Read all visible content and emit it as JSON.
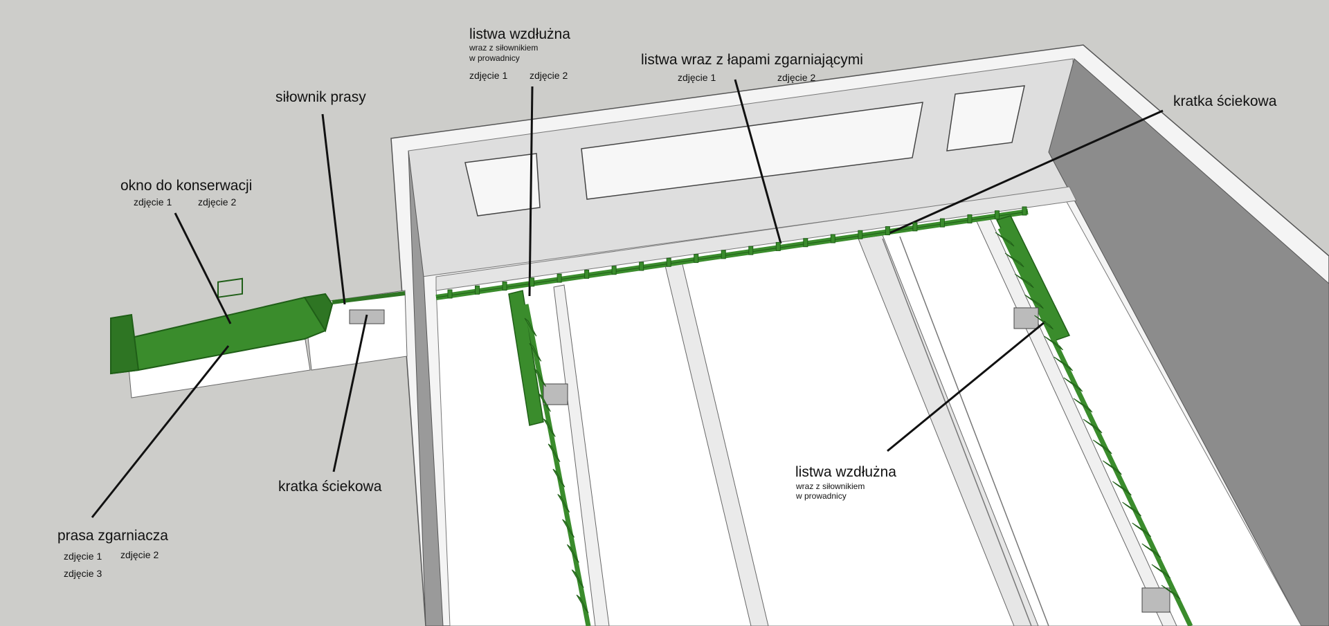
{
  "colors": {
    "background": "#cdcdca",
    "wall_light": "#ffffff",
    "wall_shade": "#dcdcdc",
    "wall_dark": "#8c8c8c",
    "equipment_green": "#3a8c2c",
    "equipment_green_dark": "#1f5e17",
    "leader_line": "#111111"
  },
  "labels": {
    "okno": {
      "title": "okno do konserwacji",
      "photos": [
        "zdjęcie 1",
        "zdjęcie 2"
      ]
    },
    "silownik": {
      "title": "siłownik prasy"
    },
    "listwa_top": {
      "title": "listwa wzdłużna",
      "sub1": "wraz z siłownikiem",
      "sub2": "w prowadnicy",
      "photos": [
        "zdjęcie 1",
        "zdjęcie 2"
      ]
    },
    "lapy": {
      "title": "listwa wraz z łapami zgarniającymi",
      "photos": [
        "zdjęcie 1",
        "zdjęcie 2"
      ]
    },
    "kratka_right": {
      "title": "kratka ściekowa"
    },
    "kratka_mid": {
      "title": "kratka ściekowa"
    },
    "listwa_bottom": {
      "title": "listwa wzdłużna",
      "sub1": "wraz z siłownikiem",
      "sub2": "w prowadnicy"
    },
    "prasa": {
      "title": "prasa zgarniacza",
      "photos": [
        "zdjęcie 1",
        "zdjęcie 2",
        "zdjęcie 3"
      ]
    }
  }
}
